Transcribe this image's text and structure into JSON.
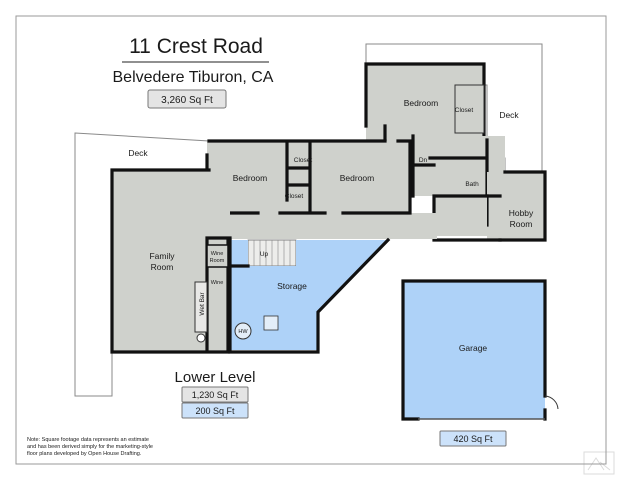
{
  "header": {
    "address": "11 Crest Road",
    "city": "Belvedere Tiburon, CA",
    "total_sqft": "3,260 Sq Ft"
  },
  "level": {
    "name": "Lower Level",
    "sqft_living": "1,230 Sq Ft",
    "sqft_storage": "200 Sq Ft"
  },
  "garage": {
    "sqft": "420 Sq Ft"
  },
  "rooms": {
    "bedroom_top": "Bedroom",
    "closet_top": "Closet",
    "deck_right": "Deck",
    "deck_left": "Deck",
    "bedroom_left": "Bedroom",
    "closet_mid_top": "Closet",
    "closet_mid_bottom": "Closet",
    "bedroom_mid": "Bedroom",
    "dn": "Dn",
    "bath": "Bath",
    "hobby_1": "Hobby",
    "hobby_2": "Room",
    "family_1": "Family",
    "family_2": "Room",
    "wine_room_1": "Wine",
    "wine_room_2": "Room",
    "wine": "Wine",
    "wet_bar": "Wet Bar",
    "up": "Up",
    "storage": "Storage",
    "hw": "HW",
    "garage": "Garage"
  },
  "note": {
    "line1": "Note: Square footage data represents an estimate",
    "line2": "and has been derived simply for the marketing-style",
    "line3": "floor plans developed by Open House Drafting."
  },
  "colors": {
    "room_fill": "#cfd1cc",
    "storage_fill": "#aed2f8",
    "garage_fill": "#aed2f8",
    "wall": "#111111",
    "badge_border": "#777777",
    "badge_gray": "#e4e4e4",
    "badge_blue": "#cce2fa"
  },
  "icons": {
    "watermark": "mls-logo-icon"
  }
}
